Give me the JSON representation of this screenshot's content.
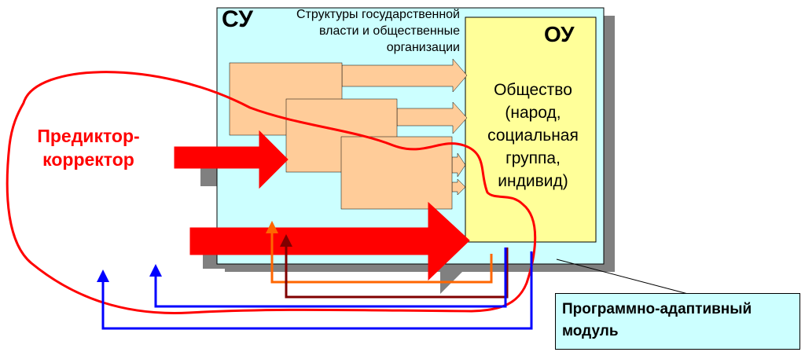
{
  "control_system": {
    "label": "СУ",
    "description_lines": [
      "Структуры государственной",
      "власти и общественные",
      "организации"
    ]
  },
  "controlled_object": {
    "label": "ОУ",
    "description_lines": [
      "Общество",
      "(народ,",
      "социальная",
      "группа,",
      "индивид)"
    ]
  },
  "predictor_label_lines": [
    "Предиктор-",
    "корректор"
  ],
  "module_label_lines": [
    "Программно-адаптивный",
    "модуль"
  ],
  "colors": {
    "su_fill": "#ccffff",
    "ou_fill": "#ffff99",
    "block_fill": "#ffcc99",
    "shadow": "#808080",
    "predictor": "#ff0000",
    "feedback_blue": "#0000ff",
    "feedback_orange": "#ff6600",
    "feedback_darkred": "#800000"
  }
}
